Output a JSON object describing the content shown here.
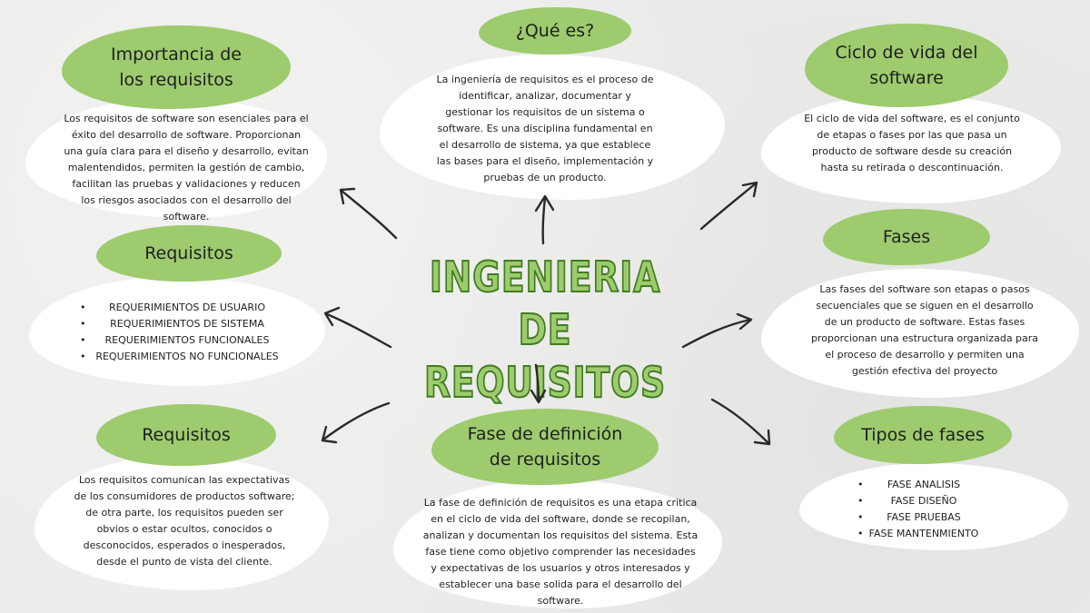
{
  "title": {
    "line1": "INGENIERIA DE",
    "line2": "REQUISITOS"
  },
  "colors": {
    "pill": "#9dcb6e",
    "title_fill": "#9dcb6e",
    "title_stroke": "#3f7c1e",
    "arrow": "#2a2a2a"
  },
  "nodes": {
    "que_es": {
      "heading": "¿Qué es?",
      "text": "La ingeniería de requisitos es el proceso de identificar, analizar, documentar y gestionar los requisitos de un sistema o software. Es una disciplina fundamental en el desarrollo de sistema, ya que establece las bases para el diseño, implementación y pruebas de un producto."
    },
    "importancia": {
      "heading_line1": "Importancia de",
      "heading_line2": "los requisitos",
      "text": "Los requisitos de software son esenciales para el éxito del desarrollo de software. Proporcionan una guía clara para el diseño y desarrollo, evitan malentendidos, permiten la gestión de cambio, facilitan las pruebas y validaciones y reducen los riesgos asociados con el desarrollo del software."
    },
    "requisitos_lista": {
      "heading": "Requisitos",
      "items": [
        "REQUERIMIENTOS DE USUARIO",
        "REQUERIMIENTOS DE SISTEMA",
        "REQUERIMIENTOS FUNCIONALES",
        "REQUERIMIENTOS NO FUNCIONALES"
      ]
    },
    "requisitos_texto": {
      "heading": "Requisitos",
      "text": "Los requisitos comunican las expectativas de los consumidores de productos software; de otra parte, los requisitos pueden ser obvios o estar ocultos, conocidos o desconocidos, esperados o inesperados, desde el punto de vista del cliente."
    },
    "fase_definicion": {
      "heading_line1": "Fase de definición",
      "heading_line2": "de requisitos",
      "text": "La fase de definición de requisitos es una etapa critica en el ciclo de vida del software, donde se recopilan, analizan y documentan los requisitos del sistema. Esta fase tiene como objetivo comprender las necesidades y expectativas de los usuarios y otros interesados y establecer una base solida para el desarrollo del software."
    },
    "ciclo_vida": {
      "heading_line1": "Ciclo de vida del",
      "heading_line2": "software",
      "text": "El ciclo de vida del software, es el conjunto de etapas o fases por las que pasa un producto de software desde su creación hasta su retirada o descontinuación."
    },
    "fases": {
      "heading": "Fases",
      "text": "Las fases del software son etapas o pasos secuenciales que se siguen en el desarrollo de un producto de software. Estas fases proporcionan una estructura organizada para el proceso de desarrollo y permiten una gestión efectiva del proyecto"
    },
    "tipos_fases": {
      "heading": "Tipos de fases",
      "items": [
        "FASE ANALISIS",
        "FASE DISEÑO",
        "FASE PRUEBAS",
        "FASE MANTENMIENTO"
      ]
    }
  }
}
